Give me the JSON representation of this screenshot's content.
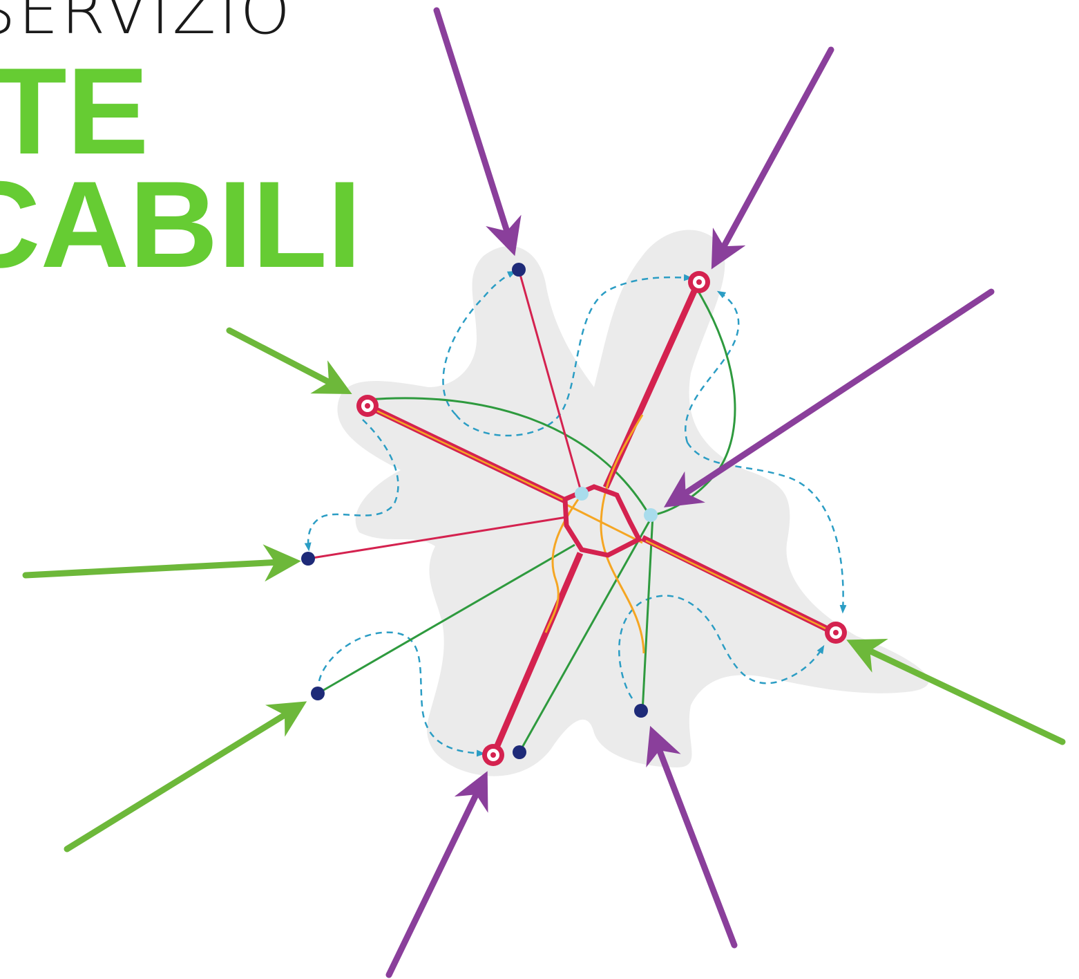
{
  "title": {
    "line1": "SERVIZIO",
    "line2": "TE",
    "line3": "CABILI"
  },
  "colors": {
    "title_dark": "#1a1a1a",
    "title_green": "#66cc33",
    "area": "#ebebeb",
    "hub": "#d4224f",
    "rail": "#d4224f",
    "tram": "#f5a623",
    "bus": "#2e9a3e",
    "transfer": "#2b9dc4",
    "stop": "#1e2a78",
    "interchange": "#a9dcec",
    "access_regional": "#6db83a",
    "access_national": "#8a3f9b"
  },
  "icons": {
    "hub": "octagon-hub-icon",
    "terminal": "target-terminal-icon",
    "stop": "dot-stop-icon",
    "interchange": "interchange-dot-icon"
  }
}
